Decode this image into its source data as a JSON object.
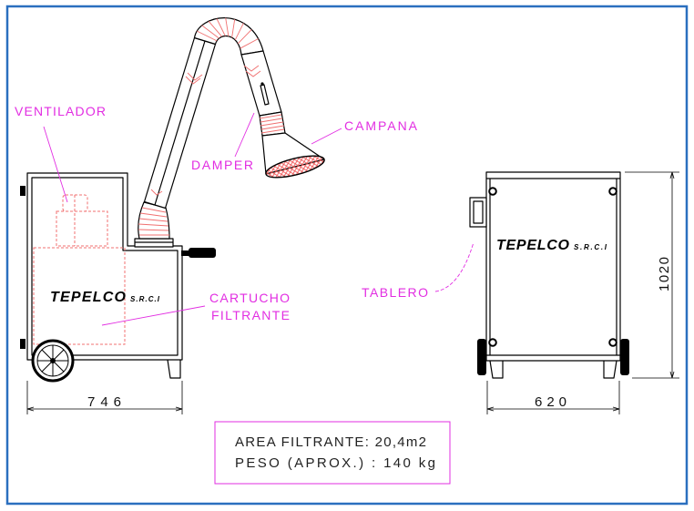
{
  "labels": {
    "ventilador": "VENTILADOR",
    "campana": "CAMPANA",
    "damper": "DAMPER",
    "cartucho_line1": "CARTUCHO",
    "cartucho_line2": "FILTRANTE",
    "tablero": "TABLERO"
  },
  "logo": {
    "name": "TEPELCO",
    "suffix": "S.R.C.I"
  },
  "dimensions": {
    "width_side": "746",
    "width_front": "620",
    "height": "1020"
  },
  "specs": {
    "line1": "AREA FILTRANTE: 20,4m2",
    "line2": "PESO (APROX.) : 140 kg"
  },
  "colors": {
    "frame": "#2a6fbf",
    "label": "#e22ee2",
    "hidden_lines": "#f07070",
    "outline": "#000000"
  }
}
